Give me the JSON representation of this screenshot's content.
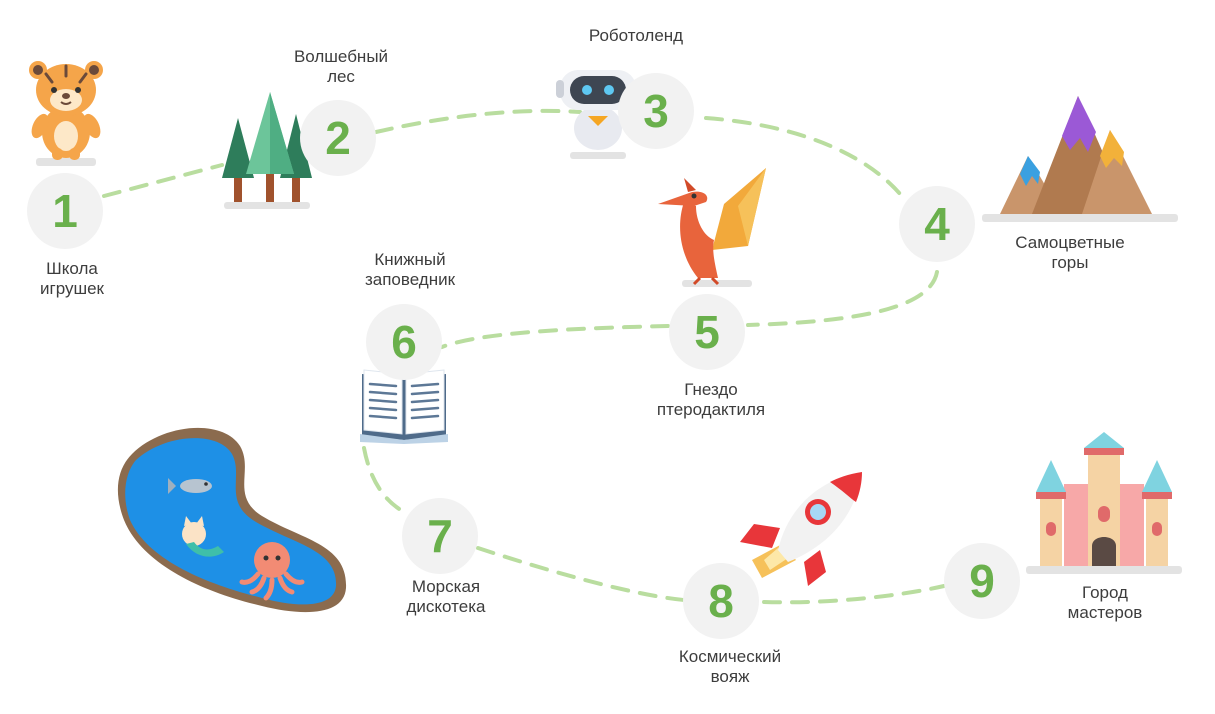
{
  "colors": {
    "path": "#b9dd9f",
    "number": "#6ab04c",
    "circle": "#f2f2f2",
    "text": "#3d3d3d"
  },
  "stations": [
    {
      "number": "1",
      "label": "Школа\nигрушек",
      "icon": "tiger-toy-icon"
    },
    {
      "number": "2",
      "label": "Волшебный\nлес",
      "icon": "forest-trees-icon"
    },
    {
      "number": "3",
      "label": "Роботоленд",
      "icon": "robot-icon"
    },
    {
      "number": "4",
      "label": "Самоцветные\nгоры",
      "icon": "gem-mountains-icon"
    },
    {
      "number": "5",
      "label": "Гнездо\nптеродактиля",
      "icon": "pterodactyl-icon"
    },
    {
      "number": "6",
      "label": "Книжный\nзаповедник",
      "icon": "open-book-icon"
    },
    {
      "number": "7",
      "label": "Морская\nдискотека",
      "icon": "sea-pond-icon"
    },
    {
      "number": "8",
      "label": "Космический\nвояж",
      "icon": "rocket-icon"
    },
    {
      "number": "9",
      "label": "Город\nмастеров",
      "icon": "castle-icon"
    }
  ]
}
